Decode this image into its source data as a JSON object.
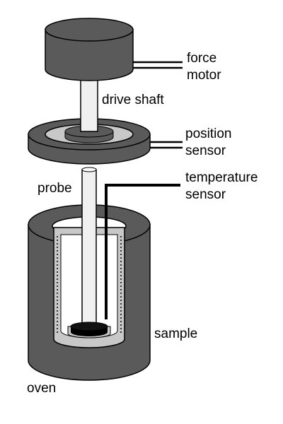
{
  "labels": {
    "force_motor_line1": "force",
    "force_motor_line2": "motor",
    "drive_shaft": "drive shaft",
    "position_sensor_line1": "position",
    "position_sensor_line2": "sensor",
    "temperature_sensor_line1": "temperature",
    "temperature_sensor_line2": "sensor",
    "probe": "probe",
    "sample": "sample",
    "oven": "oven"
  },
  "colors": {
    "body_gray": "#5a5a5a",
    "light_gray": "#c8c8c8",
    "shaft_fill": "#f0f0f0",
    "outline": "#000000",
    "background": "#ffffff"
  }
}
